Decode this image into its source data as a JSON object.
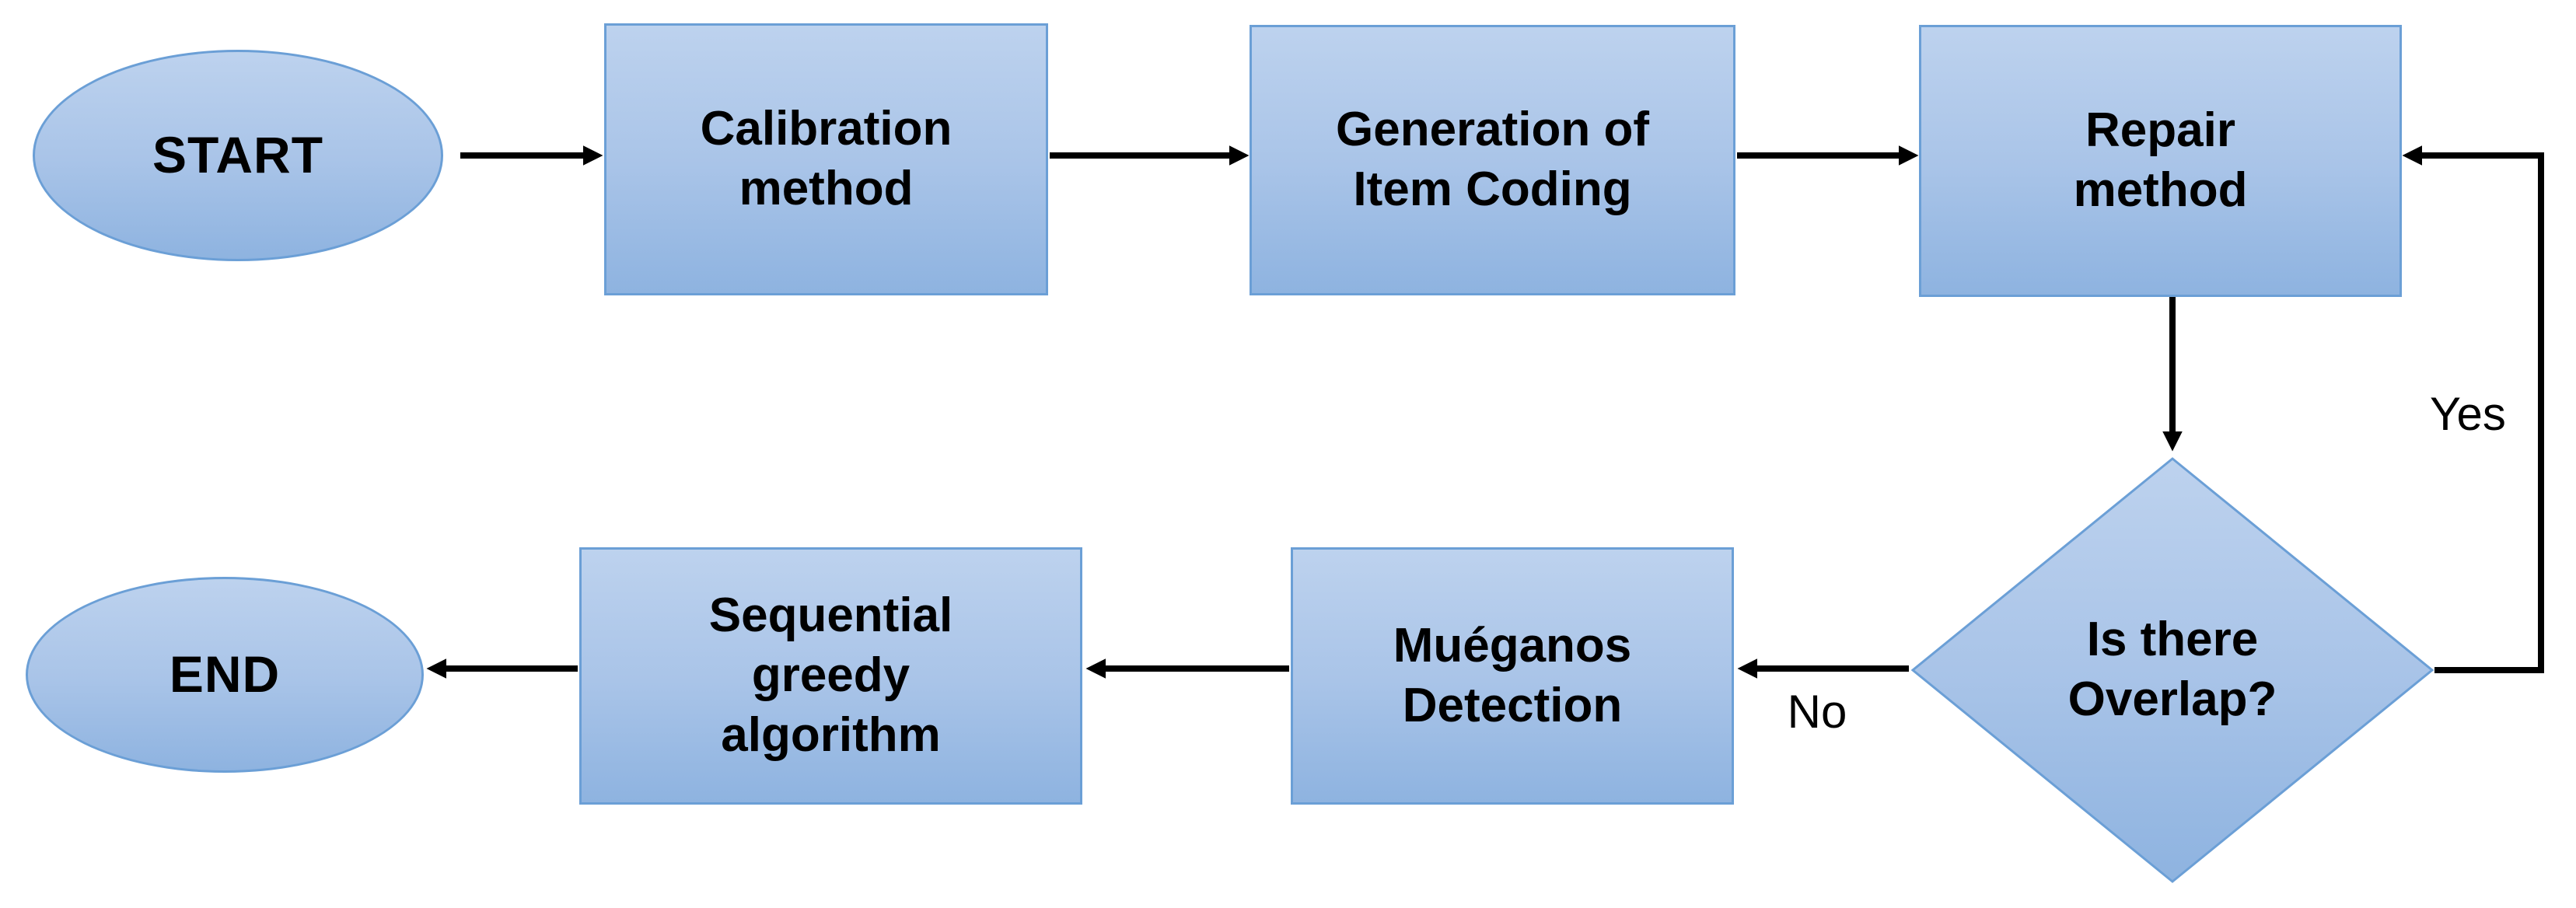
{
  "diagram": {
    "type": "flowchart",
    "background": "#ffffff"
  },
  "nodes": {
    "start": {
      "label": "START",
      "shape": "ellipse"
    },
    "calibration": {
      "label": "Calibration\nmethod",
      "shape": "process"
    },
    "generation": {
      "label": "Generation of\nItem Coding",
      "shape": "process"
    },
    "repair": {
      "label": "Repair\nmethod",
      "shape": "process"
    },
    "decision": {
      "label": "Is there\nOverlap?",
      "shape": "decision"
    },
    "mueganos": {
      "label": "Muéganos\nDetection",
      "shape": "process"
    },
    "sequential": {
      "label": "Sequential\ngreedy\nalgorithm",
      "shape": "process"
    },
    "end": {
      "label": "END",
      "shape": "ellipse"
    }
  },
  "edge_labels": {
    "yes": "Yes",
    "no": "No"
  },
  "edges": [
    {
      "from": "start",
      "to": "calibration",
      "label": ""
    },
    {
      "from": "calibration",
      "to": "generation",
      "label": ""
    },
    {
      "from": "generation",
      "to": "repair",
      "label": ""
    },
    {
      "from": "repair",
      "to": "decision",
      "label": ""
    },
    {
      "from": "decision",
      "to": "repair",
      "label": "Yes"
    },
    {
      "from": "decision",
      "to": "mueganos",
      "label": "No"
    },
    {
      "from": "mueganos",
      "to": "sequential",
      "label": ""
    },
    {
      "from": "sequential",
      "to": "end",
      "label": ""
    }
  ],
  "colors": {
    "node_fill_top": "#bdd2ee",
    "node_fill_bottom": "#8eb3e0",
    "node_border": "#6b9fd6",
    "arrow": "#000000",
    "text": "#000000",
    "background": "#ffffff"
  }
}
